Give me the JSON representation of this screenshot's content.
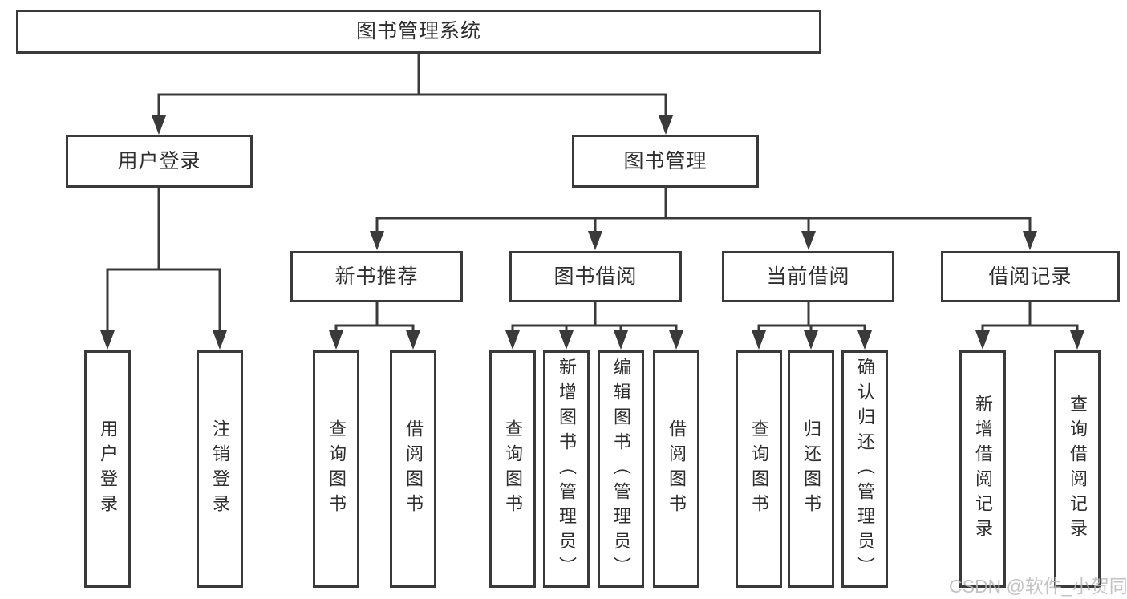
{
  "colors": {
    "line": "#3a3a3a",
    "text": "#2e2e2e",
    "bg": "#ffffff",
    "watermark": "#b9b9b9"
  },
  "watermark": "CSDN @软件_小贺同学",
  "tree": {
    "root": "图书管理系统",
    "user_branch": {
      "label": "用户登录",
      "leaves": [
        "用户登录",
        "注销登录"
      ]
    },
    "book_branch": {
      "label": "图书管理",
      "children": [
        {
          "label": "新书推荐",
          "leaves": [
            "查询图书",
            "借阅图书"
          ]
        },
        {
          "label": "图书借阅",
          "leaves": [
            "查询图书",
            "新增图书（管理员）",
            "编辑图书（管理员）",
            "借阅图书"
          ]
        },
        {
          "label": "当前借阅",
          "leaves": [
            "查询图书",
            "归还图书",
            "确认归还（管理员）"
          ]
        },
        {
          "label": "借阅记录",
          "leaves": [
            "新增借阅记录",
            "查询借阅记录"
          ]
        }
      ]
    }
  }
}
